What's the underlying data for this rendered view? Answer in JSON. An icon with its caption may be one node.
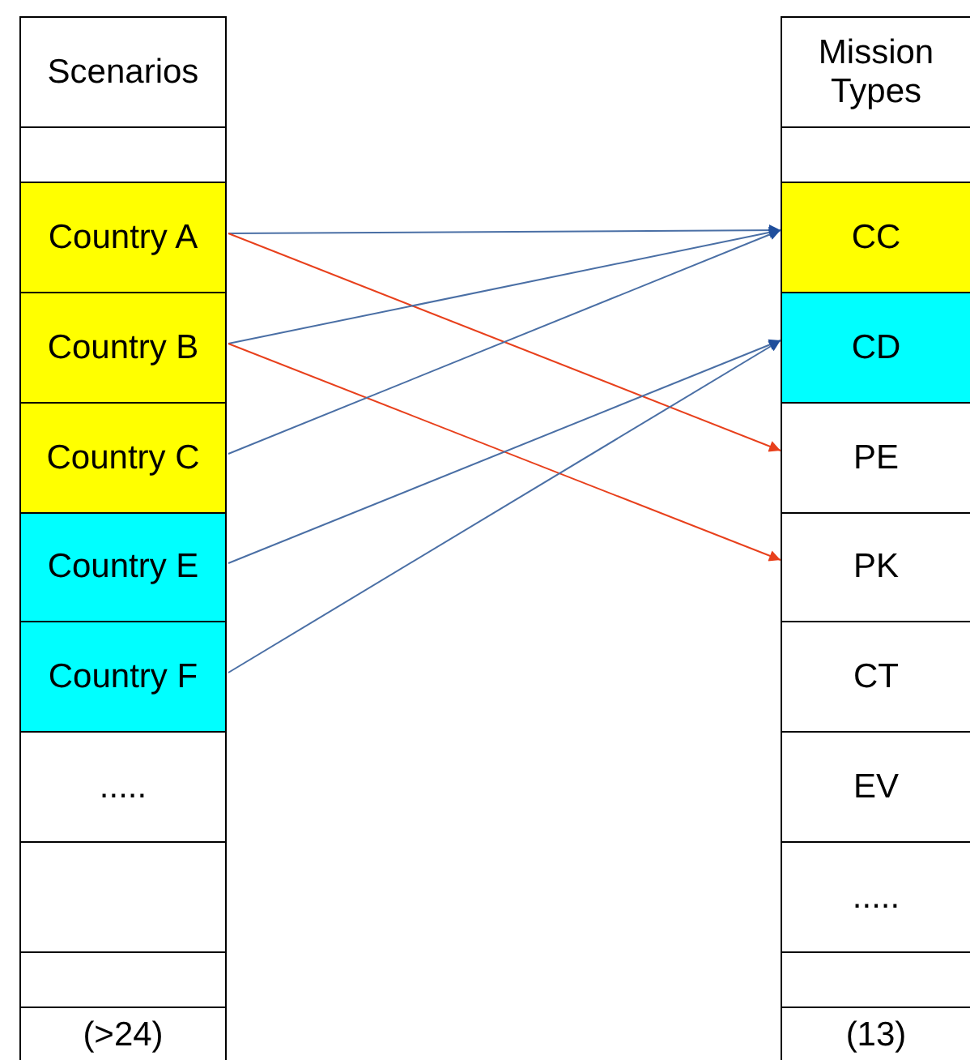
{
  "diagram": {
    "nodes": [
      {
        "text": [
          "Scenarios"
        ]
      },
      {
        "text": [],
        "shape": "box"
      },
      {
        "text": [
          "Country A"
        ]
      },
      {
        "text": [
          "Country B"
        ]
      },
      {
        "text": [
          "Country C"
        ]
      },
      {
        "text": [
          "Country E"
        ]
      },
      {
        "text": [
          "Country F"
        ]
      },
      {
        "text": [
          "....."
        ]
      },
      {
        "text": [],
        "shape": "box"
      },
      {
        "text": [],
        "shape": "box"
      },
      {
        "text": [
          "(>24)"
        ]
      },
      {
        "text": [
          "Mission Types"
        ]
      },
      {
        "text": [],
        "shape": "box"
      },
      {
        "text": [
          "CC"
        ]
      },
      {
        "text": [
          "CD"
        ]
      },
      {
        "text": [
          "PE"
        ]
      },
      {
        "text": [
          "PK"
        ]
      },
      {
        "text": [
          "CT"
        ]
      },
      {
        "text": [
          "EV"
        ]
      },
      {
        "text": [
          "....."
        ]
      },
      {
        "text": [],
        "shape": "box"
      },
      {
        "text": [
          "(13)"
        ]
      }
    ],
    "edges": [
      {
        "from": 2,
        "to": 13,
        "arrow": "to"
      },
      {
        "from": 2,
        "to": 15,
        "arrow": "to",
        "color": "#e8401c"
      },
      {
        "from": 3,
        "to": 13,
        "arrow": "to"
      },
      {
        "from": 3,
        "to": 16,
        "arrow": "to",
        "color": "#e8401c"
      },
      {
        "from": 4,
        "to": 13,
        "arrow": "to"
      },
      {
        "from": 5,
        "to": 14,
        "arrow": "to"
      },
      {
        "from": 6,
        "to": 14,
        "arrow": "to"
      }
    ]
  }
}
